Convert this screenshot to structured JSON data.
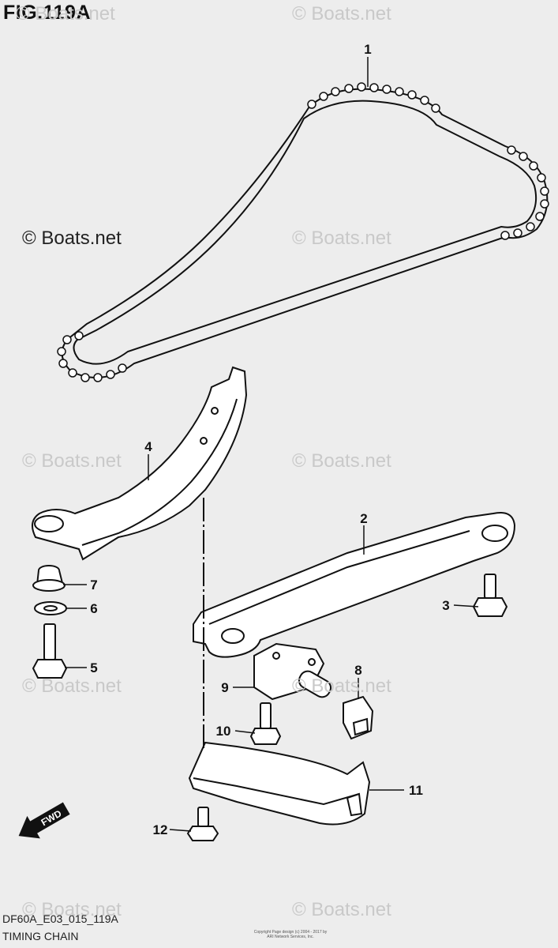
{
  "figure": {
    "title": "FIG.119A",
    "copyright": "© Boats.net",
    "watermark": "© Boats.net",
    "code": "DF60A_E03_015_119A",
    "name": "TIMING CHAIN",
    "fine_print": "Copyright\nPage design (c) 2004 - 2017 by ARI Network Services, Inc."
  },
  "callouts": [
    {
      "id": "callout-1",
      "label": "1"
    },
    {
      "id": "callout-2",
      "label": "2"
    },
    {
      "id": "callout-3",
      "label": "3"
    },
    {
      "id": "callout-4",
      "label": "4"
    },
    {
      "id": "callout-5",
      "label": "5"
    },
    {
      "id": "callout-6",
      "label": "6"
    },
    {
      "id": "callout-7",
      "label": "7"
    },
    {
      "id": "callout-8",
      "label": "8"
    },
    {
      "id": "callout-9",
      "label": "9"
    },
    {
      "id": "callout-10",
      "label": "10"
    },
    {
      "id": "callout-11",
      "label": "11"
    },
    {
      "id": "callout-12",
      "label": "12"
    }
  ],
  "direction_marker": {
    "label": "FWD",
    "icon": "fwd-arrow-icon"
  },
  "colors": {
    "background": "#ededed",
    "line": "#111111",
    "watermark": "#c9c9c9"
  }
}
